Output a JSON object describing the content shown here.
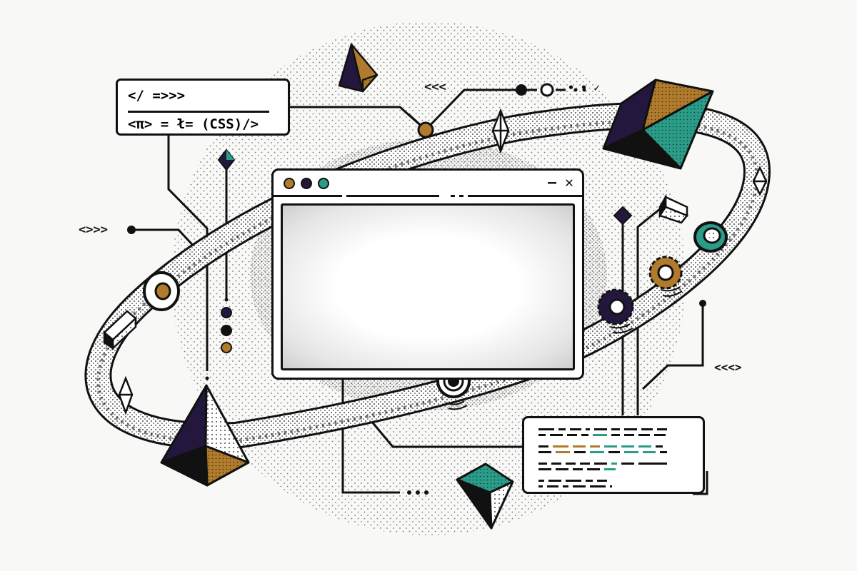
{
  "illustration": {
    "title": "Browser window with orbiting pipeline of gears and geometric shapes",
    "colors": {
      "ink": "#111111",
      "ochre": "#b07b2c",
      "teal": "#2a9c88",
      "indigo": "#24173d",
      "paper": "#f8f8f6",
      "white": "#ffffff"
    }
  },
  "code_card": {
    "line1": "</ =>>>",
    "line2": "<π> = ł= (CSS)/>"
  },
  "labels": {
    "top_arrows": "<<<",
    "left_arrows": "<>>>",
    "right_arrows": "<<<>",
    "top_node_tail": "• • ✓"
  },
  "browser_window": {
    "buttons": [
      {
        "name": "ochre-dot",
        "color": "#b07b2c"
      },
      {
        "name": "indigo-dot",
        "color": "#24173d"
      },
      {
        "name": "teal-dot",
        "color": "#2a9c88"
      }
    ],
    "minimize_glyph": "—",
    "close_glyph": "✕"
  },
  "code_snippet_card": {
    "rows": [
      [
        [
          "#111",
          22
        ],
        [
          "#111",
          10
        ],
        [
          "#111",
          16
        ],
        [
          "#111",
          6
        ],
        [
          "#111",
          18
        ],
        [
          "#111",
          12
        ],
        [
          "#111",
          18
        ],
        [
          "#111",
          16
        ],
        [
          "#111",
          14
        ]
      ],
      [
        [
          "#111",
          10
        ],
        [
          "#111",
          18
        ],
        [
          "#111",
          14
        ],
        [
          "#111",
          10
        ],
        [
          "#2a9c88",
          20
        ],
        [
          "#111",
          12
        ],
        [
          "#111",
          14
        ],
        [
          "#111",
          16
        ],
        [
          "#111",
          16
        ]
      ],
      [
        [
          "#111",
          14
        ],
        [
          "#b07b2c",
          22
        ],
        [
          "#b07b2c",
          18
        ],
        [
          "#b07b2c",
          14
        ],
        [
          "#2a9c88",
          18
        ],
        [
          "#2a9c88",
          18
        ],
        [
          "#2a9c88",
          18
        ],
        [
          "#111",
          10
        ]
      ],
      [
        [
          "#111",
          18
        ],
        [
          "#b07b2c",
          20
        ],
        [
          "#111",
          16
        ],
        [
          "#2a9c88",
          20
        ],
        [
          "#111",
          16
        ],
        [
          "#2a9c88",
          20
        ],
        [
          "#2a9c88",
          18
        ],
        [
          "#111",
          10
        ]
      ],
      [
        [
          "#111",
          12
        ],
        [
          "#111",
          14
        ],
        [
          "#111",
          14
        ],
        [
          "#111",
          14
        ],
        [
          "#111",
          18
        ],
        [
          "#2a9c88",
          8
        ],
        [
          "#111",
          18
        ],
        [
          "#111",
          40
        ]
      ],
      [
        [
          "#111",
          18
        ],
        [
          "#111",
          18
        ],
        [
          "#111",
          14
        ],
        [
          "#111",
          18
        ],
        [
          "#2a9c88",
          16
        ]
      ],
      [
        [
          "#111",
          8
        ],
        [
          "#111",
          18
        ],
        [
          "#111",
          22
        ],
        [
          "#111",
          10
        ],
        [
          "#111",
          14
        ]
      ],
      [
        [
          "#111",
          6
        ],
        [
          "#111",
          16
        ],
        [
          "#111",
          8
        ],
        [
          "#111",
          18
        ],
        [
          "#111",
          22
        ],
        [
          "#111",
          3
        ]
      ]
    ]
  },
  "stack_dots": [
    "#24173d",
    "#111111",
    "#b07b2c"
  ]
}
